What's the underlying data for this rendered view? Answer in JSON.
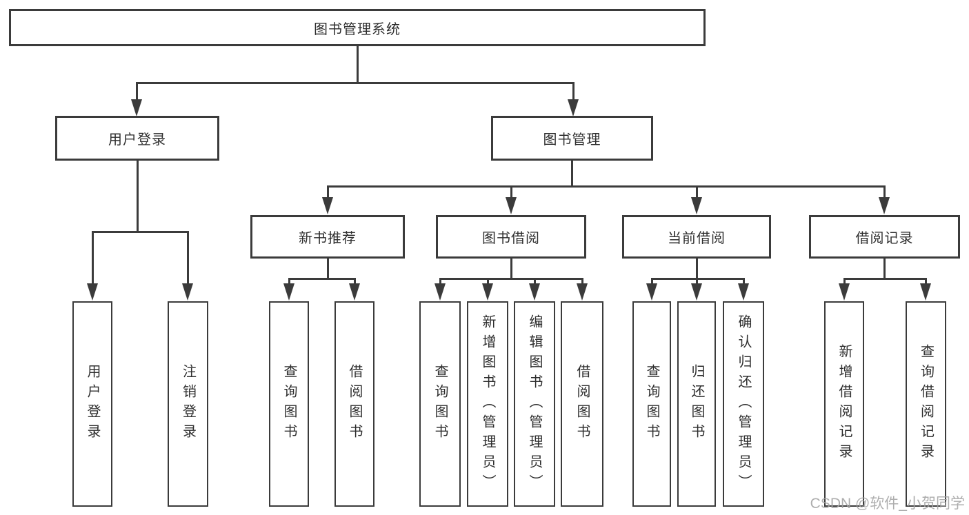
{
  "diagram": {
    "type": "hierarchy-tree",
    "colors": {
      "background": "#ffffff",
      "line": "#3b3b3b",
      "box_border": "#3b3b3b",
      "text": "#2e2e2e",
      "watermark": "#a3a3a3"
    }
  },
  "tree": {
    "root": {
      "label": "图书管理系统"
    },
    "level2": [
      {
        "label": "用户登录"
      },
      {
        "label": "图书管理"
      }
    ],
    "level3": [
      {
        "label": "新书推荐",
        "parent": "图书管理"
      },
      {
        "label": "图书借阅",
        "parent": "图书管理"
      },
      {
        "label": "当前借阅",
        "parent": "图书管理"
      },
      {
        "label": "借阅记录",
        "parent": "图书管理"
      }
    ],
    "leaves": [
      {
        "label": "用户登录",
        "parent": "用户登录"
      },
      {
        "label": "注销登录",
        "parent": "用户登录"
      },
      {
        "label": "查询图书",
        "parent": "新书推荐"
      },
      {
        "label": "借阅图书",
        "parent": "新书推荐"
      },
      {
        "label": "查询图书",
        "parent": "图书借阅"
      },
      {
        "label": "新增图书（管理员）",
        "parent": "图书借阅"
      },
      {
        "label": "编辑图书（管理员）",
        "parent": "图书借阅"
      },
      {
        "label": "借阅图书",
        "parent": "图书借阅"
      },
      {
        "label": "查询图书",
        "parent": "当前借阅"
      },
      {
        "label": "归还图书",
        "parent": "当前借阅"
      },
      {
        "label": "确认归还（管理员）",
        "parent": "当前借阅"
      },
      {
        "label": "新增借阅记录",
        "parent": "借阅记录"
      },
      {
        "label": "查询借阅记录",
        "parent": "借阅记录"
      }
    ]
  },
  "watermark": {
    "text": "CSDN @软件_小贺同学"
  }
}
